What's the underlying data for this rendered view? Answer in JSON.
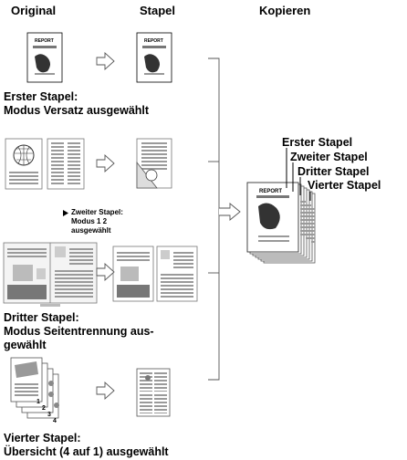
{
  "columns": {
    "original": "Original",
    "stapel": "Stapel",
    "kopieren": "Kopieren"
  },
  "labels": {
    "erster": {
      "line1": "Erster Stapel:",
      "line2": "Modus Versatz ausgewählt"
    },
    "zweiter": {
      "line1": "Zweiter Stapel:",
      "line2": "Modus 1  2",
      "line3": "ausgewählt"
    },
    "dritter": {
      "line1": "Dritter Stapel:",
      "line2": "Modus Seitentrennung aus-",
      "line3": "gewählt"
    },
    "vierter": {
      "line1": "Vierter Stapel:",
      "line2": "Übersicht (4 auf 1) ausgewählt"
    }
  },
  "document_title": "REPORT",
  "page_numbers": [
    "1",
    "2",
    "3",
    "4"
  ],
  "output_stacks": [
    "Erster Stapel",
    "Zweiter Stapel",
    "Dritter Stapel",
    "Vierter Stapel"
  ],
  "colors": {
    "line": "#000000",
    "gray": "#888888",
    "light": "#cfcfcf",
    "arrow": "#555555"
  }
}
